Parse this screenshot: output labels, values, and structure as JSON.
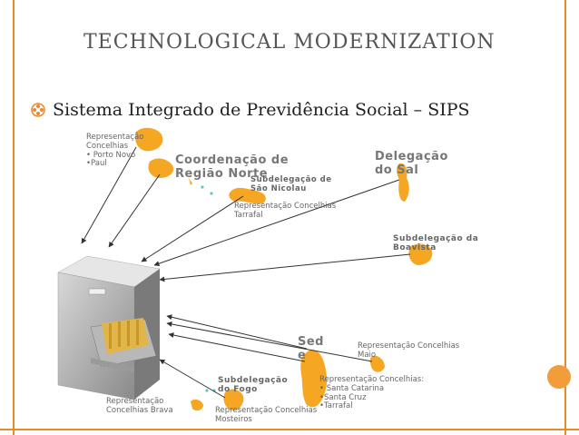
{
  "slide": {
    "title": "Technological Modernization",
    "title_display": "TECHNOLOGICAL MODERNIZATION",
    "bullet": "Sistema Integrado de Previdência Social – SIPS"
  },
  "labels": {
    "rep_porto_novo_l1": "Representação",
    "rep_porto_novo_l2": "Concelhias",
    "rep_porto_novo_l3": "• Porto Novo",
    "rep_porto_novo_l4": "•Paul",
    "coord_norte_l1": "Coordenação de",
    "coord_norte_l2": "Região Norte",
    "subdeleg_sao_nicolau_l1": "Subdelegação de",
    "subdeleg_sao_nicolau_l2": "São Nicolau",
    "rep_tarrafal_l1": "Representação Concelhias",
    "rep_tarrafal_l2": "Tarrafal",
    "deleg_sal_l1": "Delegação",
    "deleg_sal_l2": "do Sal",
    "subdeleg_boavista_l1": "Subdelegação da",
    "subdeleg_boavista_l2": "Boavista",
    "sede_l1": "Sed",
    "sede_l2": "e",
    "rep_maio_l1": "Representação Concelhias",
    "rep_maio_l2": "Maio",
    "rep_santiago_l1": "Representação Concelhias:",
    "rep_santiago_l2": "• Santa Catarina",
    "rep_santiago_l3": "•Santa Cruz",
    "rep_santiago_l4": "•Tarrafal",
    "subdeleg_fogo_l1": "Subdelegação",
    "subdeleg_fogo_l2": "do Fogo",
    "rep_mosteiros_l1": "Representação Concelhias",
    "rep_mosteiros_l2": "Mosteiros",
    "rep_brava_l1": "Representação",
    "rep_brava_l2": "Concelhias Brava"
  },
  "colors": {
    "accent": "#e8892a",
    "island": "#f5a623",
    "title": "#555555"
  },
  "icons": {
    "bullet": "flower-bullet-icon",
    "cabinet": "file-cabinet-icon"
  }
}
